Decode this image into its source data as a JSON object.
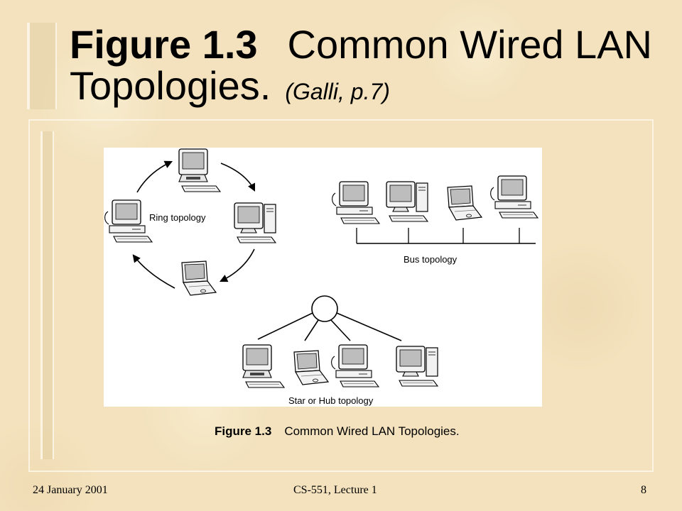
{
  "slide": {
    "title_bold": "Figure 1.3",
    "title_rest": "Common Wired LAN Topologies.",
    "title_citation": "(Galli, p.7)",
    "colors": {
      "background": "#f3e2bd",
      "text": "#000000",
      "figure_background": "#ffffff"
    }
  },
  "figure": {
    "labels": {
      "ring": "Ring topology",
      "bus": "Bus topology",
      "star": "Star or Hub topology"
    },
    "caption_number": "Figure 1.3",
    "caption_text": "Common Wired LAN Topologies."
  },
  "footer": {
    "date": "24 January 2001",
    "course": "CS-551, Lecture 1",
    "page": "8"
  }
}
